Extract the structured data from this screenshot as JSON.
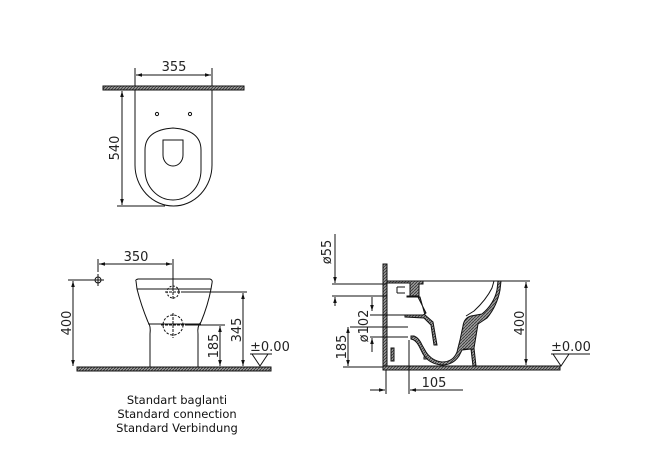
{
  "top_view": {
    "width_dim": "355",
    "depth_dim": "540"
  },
  "front_view": {
    "offset_dim": "350",
    "height_dim": "400",
    "inlet_height_dim": "345",
    "outlet_height_dim": "185",
    "floor_level": "±0.00"
  },
  "side_view": {
    "inlet_dia_dim": "ø55",
    "outlet_dia_dim": "ø102",
    "outlet_height_dim": "185",
    "height_dim": "400",
    "wall_offset_dim": "105",
    "floor_level": "±0.00"
  },
  "caption": {
    "line1": "Standart baglanti",
    "line2": "Standard connection",
    "line3": "Standard Verbindung"
  }
}
